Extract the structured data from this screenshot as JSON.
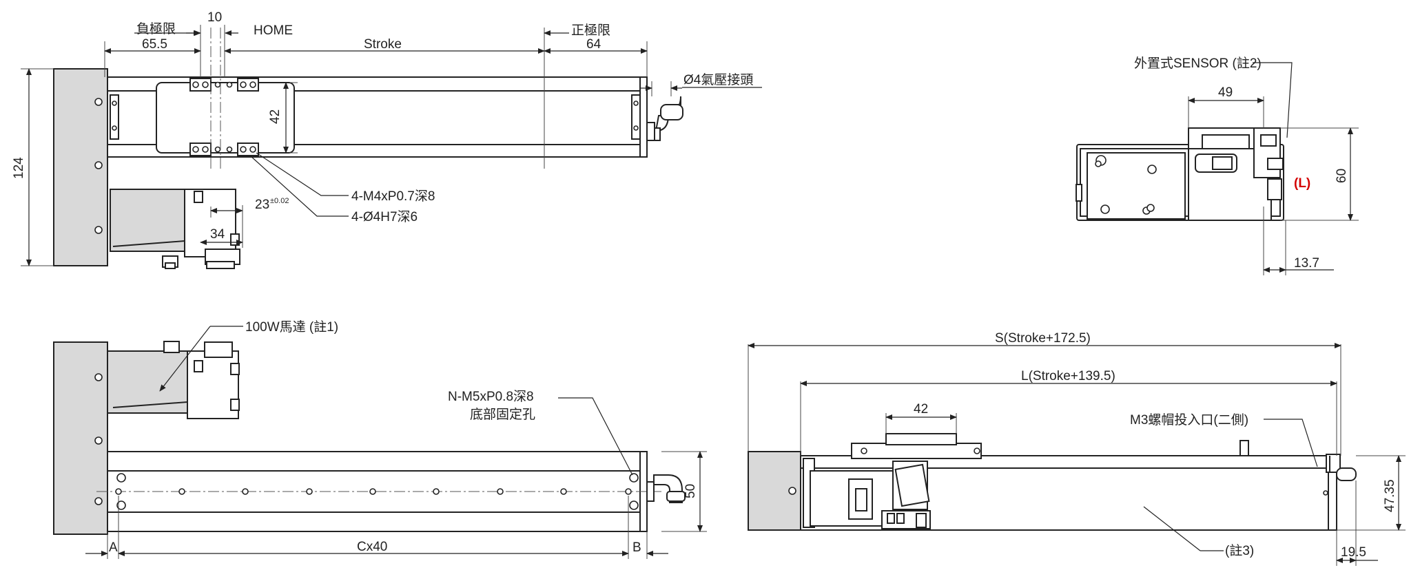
{
  "colors": {
    "line": "#222222",
    "body_fill": "#d9d9d9",
    "accent_red": "#d40000",
    "background": "#ffffff"
  },
  "top_view": {
    "neg_limit": "負極限",
    "home_offset": "10",
    "home": "HOME",
    "pos_limit": "正極限",
    "dim_neg": "65.5",
    "stroke": "Stroke",
    "dim_pos": "64",
    "height": "124",
    "carriage_height": "42",
    "air_fitting": "Ø4氣壓接頭",
    "tap_holes": "4-M4xP0.7深8",
    "pin_holes": "4-Ø4H7深6",
    "pitch_23": "23",
    "pitch_tol": "±0.02",
    "pitch_34": "34"
  },
  "end_view": {
    "sensor": "外置式SENSOR (註2)",
    "width": "49",
    "height": "60",
    "L_mark": "(L)",
    "offset": "13.7"
  },
  "bottom_view": {
    "motor": "100W馬達 (註1)",
    "bottom_holes_1": "N-M5xP0.8深8",
    "bottom_holes_2": "底部固定孔",
    "height": "50",
    "A": "A",
    "pitch": "Cx40",
    "B": "B"
  },
  "side_view": {
    "total": "S(Stroke+172.5)",
    "length": "L(Stroke+139.5)",
    "width_42": "42",
    "nut_slot": "M3螺帽投入口(二側)",
    "height": "47.35",
    "note3": "(註3)",
    "offset": "19.5"
  }
}
